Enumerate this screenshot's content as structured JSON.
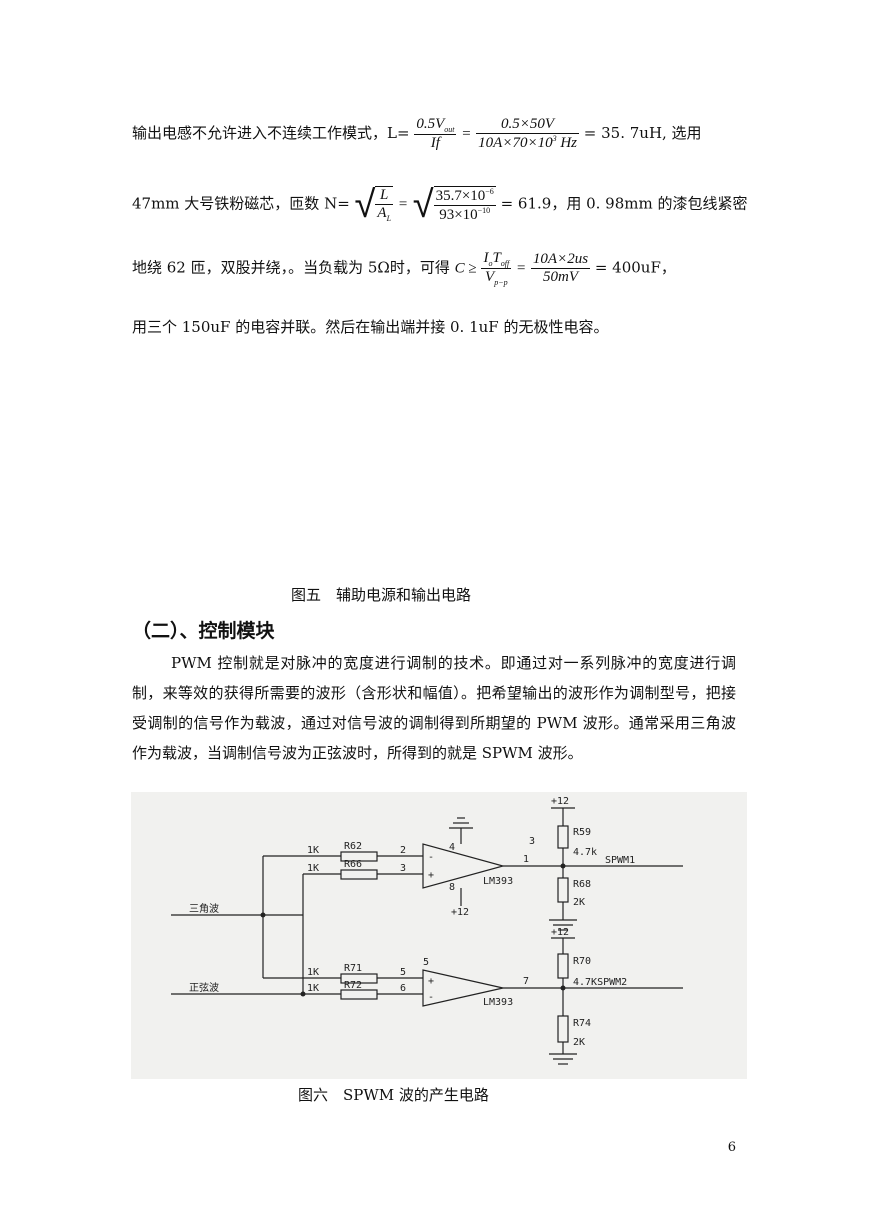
{
  "paragraph_lines": {
    "l1_text": "输出电感不允许进入不连续工作模式，L=",
    "l1_f1_num": "0.5V",
    "l1_f1_num_sub": "out",
    "l1_f1_den": "If",
    "l1_f2_num": "0.5×50V",
    "l1_f2_den": "10A×70×10",
    "l1_f2_den_sup": "3",
    "l1_f2_den_tail": "Hz",
    "l1_result": "= 35. 7uH, 选用",
    "l2_text": "47mm 大号铁粉磁芯，匝数 N=",
    "l2_f1_num": "L",
    "l2_f1_den": "A",
    "l2_f1_den_sub": "L",
    "l2_f2_num": "35.7×10",
    "l2_f2_num_sup": "−6",
    "l2_f2_den": "93×10",
    "l2_f2_den_sup": "−10",
    "l2_result": "= 61.9，用 0. 98mm 的漆包线紧密",
    "l3_text": "地绕 62 匝，双股并绕，。当负载为 5Ω时，可得",
    "l3_c": "C ≥",
    "l3_f1_num": "I",
    "l3_f1_num_sub": "o",
    "l3_f1_num_mid": "T",
    "l3_f1_num_sub2": "off",
    "l3_f1_den": "V",
    "l3_f1_den_sub": "p−p",
    "l3_f2_num": "10A×2us",
    "l3_f2_den": "50mV",
    "l3_result": "= 400uF，",
    "l4_text": "用三个 150uF 的电容并联。然后在输出端并接 0. 1uF 的无极性电容。"
  },
  "figure5_caption": "图五　辅助电源和输出电路",
  "section_heading": "（二）、控制模块",
  "body_paragraph": "PWM 控制就是对脉冲的宽度进行调制的技术。即通过对一系列脉冲的宽度进行调制，来等效的获得所需要的波形（含形状和幅值）。把希望输出的波形作为调制型号，把接受调制的信号作为载波，通过对信号波的调制得到所期望的 PWM 波形。通常采用三角波作为载波，当调制信号波为正弦波时，所得到的就是 SPWM 波形。",
  "circuit": {
    "tri_label": "三角波",
    "sin_label": "正弦波",
    "r62": "R62",
    "r66": "R66",
    "r71": "R71",
    "r72": "R72",
    "k1": "1K",
    "k2": "1K",
    "k3": "1K",
    "k4": "1K",
    "r59": "R59",
    "r59v": "4.7k",
    "r68": "R68",
    "r68v": "2K",
    "r70": "R70",
    "r70v": "4.7KSPWM2",
    "r74": "R74",
    "r74v": "2K",
    "vcc1": "+12",
    "vcc2": "+12",
    "vcc3": "+12",
    "spwm1": "SPWM1",
    "lm1": "LM393",
    "lm2": "LM393",
    "p2": "2",
    "p3": "3",
    "p1": "1",
    "p4": "4",
    "p8": "8",
    "p3b": "3",
    "p5": "5",
    "p6": "6",
    "p7": "7",
    "p5b": "5",
    "minus1": "-",
    "plus1": "+",
    "plus2": "+",
    "minus2": "-"
  },
  "figure6_caption": "图六　SPWM 波的产生电路",
  "page_number": "6"
}
